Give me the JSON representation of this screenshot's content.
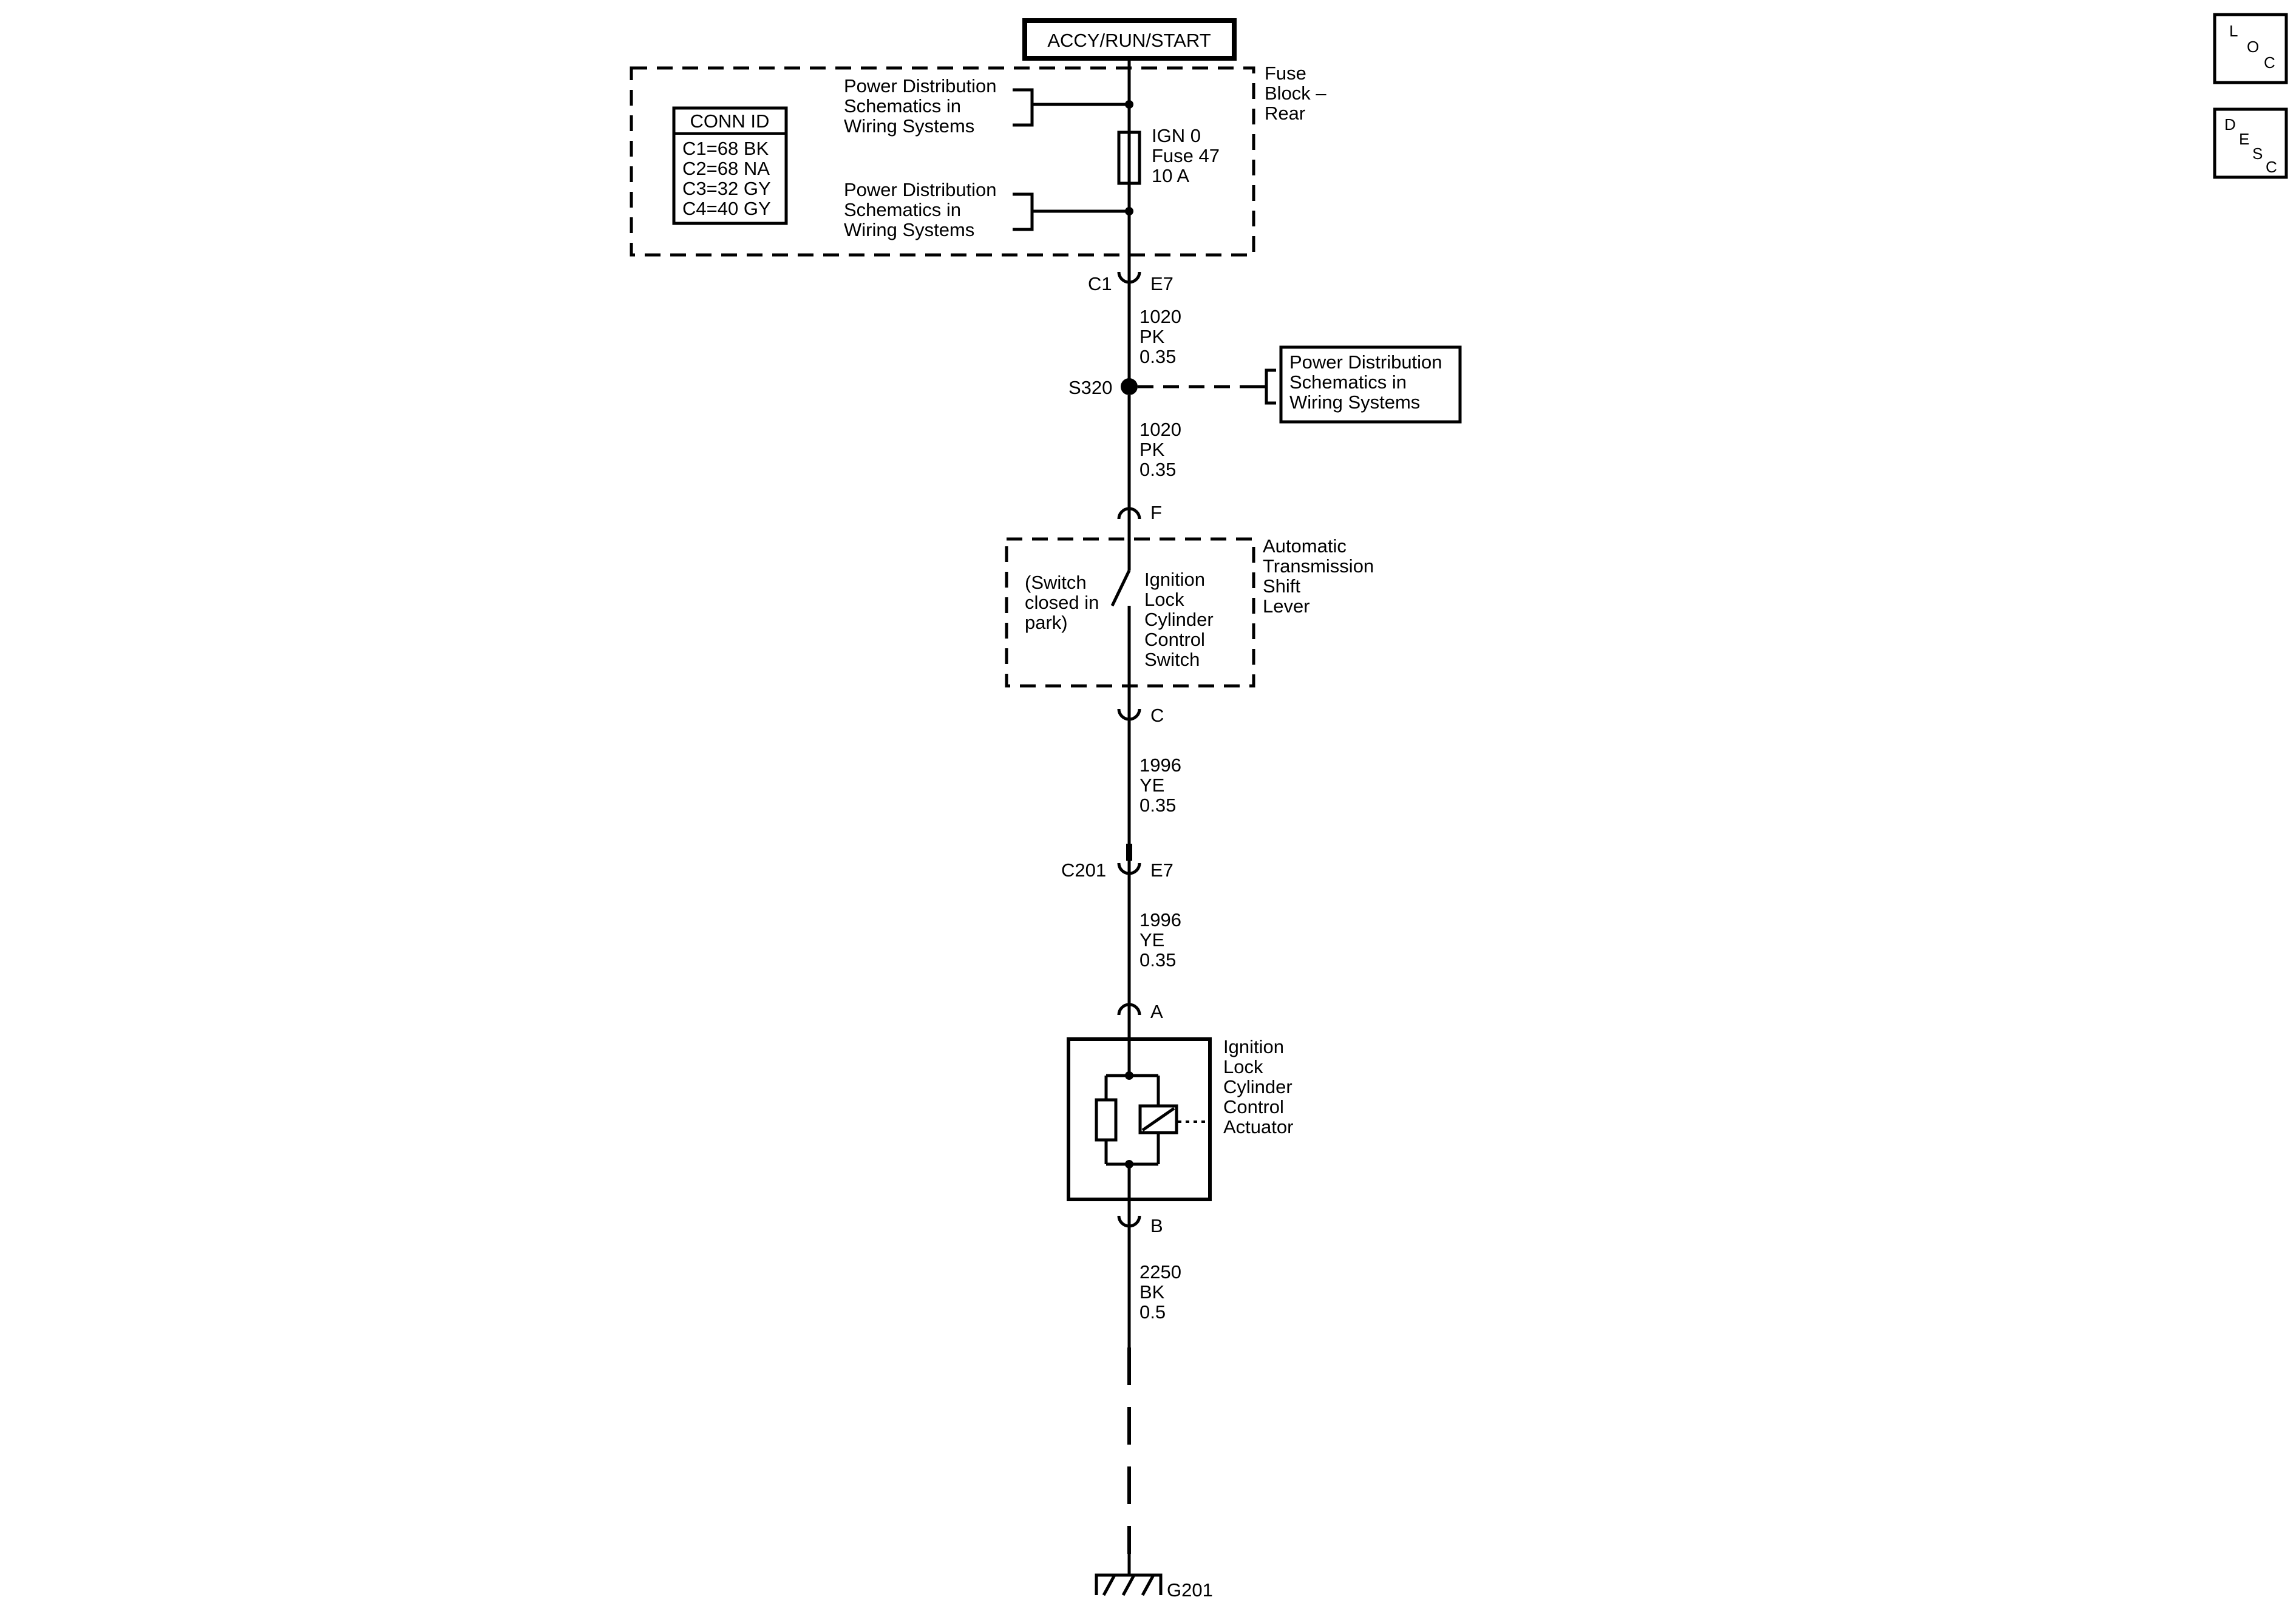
{
  "power_source": "ACCY/RUN/START",
  "conn_id": {
    "title": "CONN ID",
    "rows": [
      "C1=68 BK",
      "C2=68 NA",
      "C3=32 GY",
      "C4=40 GY"
    ]
  },
  "pd_ref_top": [
    "Power Distribution",
    "Schematics in",
    "Wiring Systems"
  ],
  "pd_ref_mid": [
    "Power Distribution",
    "Schematics in",
    "Wiring Systems"
  ],
  "pd_ref_splice": [
    "Power Distribution",
    "Schematics in",
    "Wiring Systems"
  ],
  "fuse_block": [
    "Fuse",
    "Block –",
    "Rear"
  ],
  "fuse": [
    "IGN 0",
    "Fuse 47",
    "10 A"
  ],
  "connectors": {
    "c1": "C1",
    "c1_pin": "E7",
    "f_pin": "F",
    "c_pin": "C",
    "c201": "C201",
    "c201_pin": "E7",
    "a_pin": "A",
    "b_pin": "B"
  },
  "wires": {
    "w1": [
      "1020",
      "PK",
      "0.35"
    ],
    "w2": [
      "1020",
      "PK",
      "0.35"
    ],
    "w3": [
      "1996",
      "YE",
      "0.35"
    ],
    "w4": [
      "1996",
      "YE",
      "0.35"
    ],
    "w5": [
      "2250",
      "BK",
      "0.5"
    ]
  },
  "splice": "S320",
  "shift_lever": [
    "Automatic",
    "Transmission",
    "Shift",
    "Lever"
  ],
  "switch_note": [
    "(Switch",
    "closed in",
    "park)"
  ],
  "switch_name": [
    "Ignition",
    "Lock",
    "Cylinder",
    "Control",
    "Switch"
  ],
  "actuator": [
    "Ignition",
    "Lock",
    "Cylinder",
    "Control",
    "Actuator"
  ],
  "ground": "G201",
  "loc_icon": [
    "L",
    "O",
    "C"
  ],
  "desc_icon": [
    "D",
    "E",
    "S",
    "C"
  ]
}
